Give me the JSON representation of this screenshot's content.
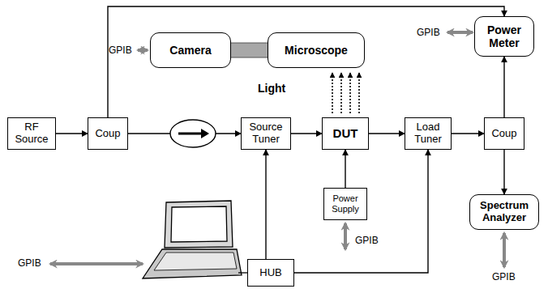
{
  "diagram": {
    "nodes": [
      {
        "text": [
          "Camera"
        ]
      },
      {
        "text": [
          "Microscope"
        ]
      },
      {
        "text": [
          "Power Meter"
        ]
      },
      {
        "text": [
          "RF Source"
        ]
      },
      {
        "text": [
          "Coup"
        ]
      },
      {
        "text": [
          "Source Tuner"
        ]
      },
      {
        "text": [
          "DUT"
        ]
      },
      {
        "text": [
          "Load Tuner"
        ]
      },
      {
        "text": [
          "Coup"
        ]
      },
      {
        "text": [
          "Power Supply"
        ]
      },
      {
        "text": [
          "Spectrum Analyzer"
        ]
      },
      {
        "text": [
          "HUB"
        ]
      }
    ],
    "edges": [
      {
        "from": 3,
        "to": 4,
        "arrow": "to"
      },
      {
        "from": 4,
        "to": 5,
        "arrow": "to"
      },
      {
        "from": 4,
        "to": 2,
        "arrow": "to"
      },
      {
        "from": 5,
        "to": 6,
        "arrow": "to"
      },
      {
        "from": 6,
        "to": 7,
        "arrow": "to"
      },
      {
        "from": 7,
        "to": 8,
        "arrow": "to"
      },
      {
        "from": 8,
        "to": 2,
        "arrow": "to"
      },
      {
        "from": 8,
        "to": 10,
        "arrow": "to"
      },
      {
        "from": 9,
        "to": 6,
        "arrow": "to"
      },
      {
        "from": 11,
        "to": 5,
        "arrow": "to"
      },
      {
        "from": 11,
        "to": 7,
        "arrow": "to"
      }
    ],
    "labels": [
      "GPIB",
      "GPIB",
      "Light",
      "GPIB",
      "GPIB",
      "GPIB"
    ]
  }
}
